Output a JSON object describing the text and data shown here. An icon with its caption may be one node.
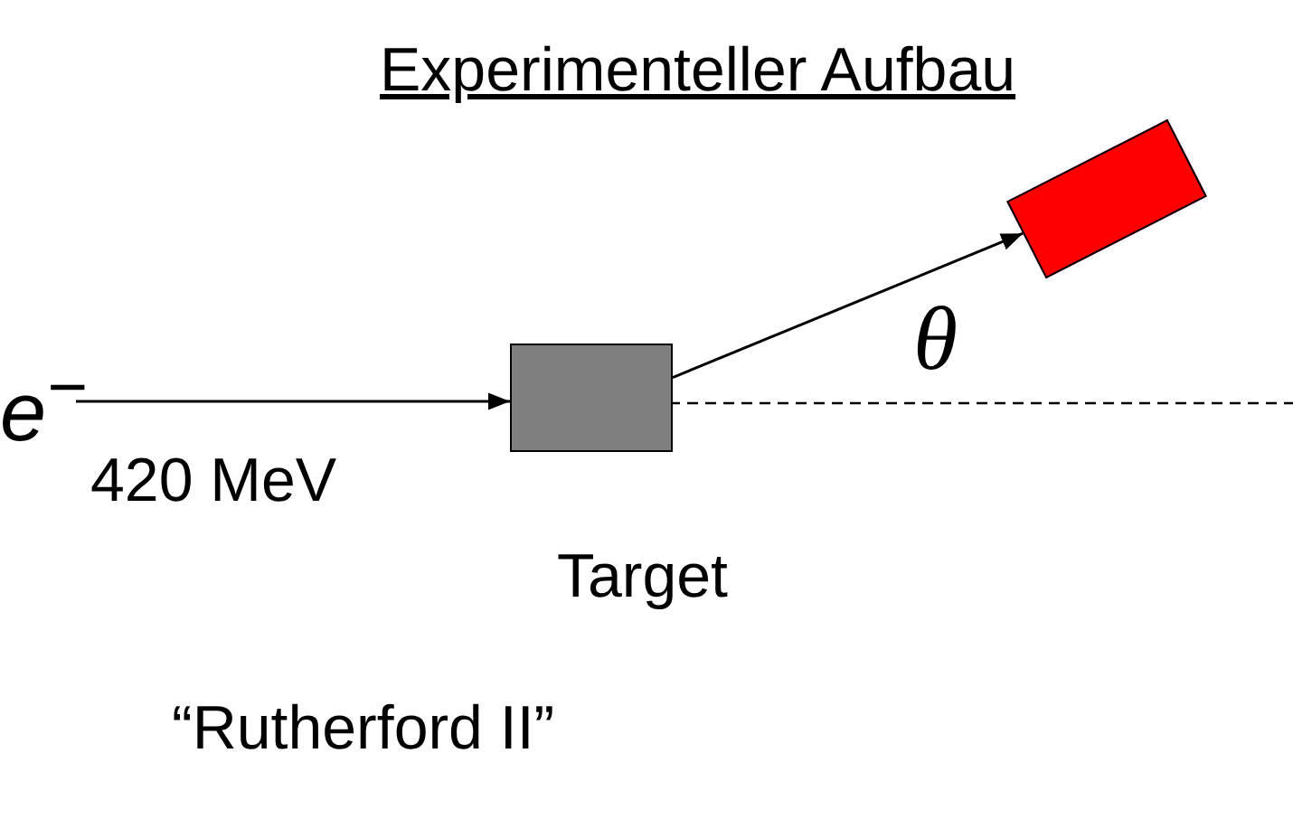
{
  "diagram": {
    "title": "Experimenteller Aufbau",
    "nodes": [
      {
        "text": [
          "e$^{−}$"
        ]
      },
      {
        "text": [],
        "shape": "box",
        "beside": [
          "Target"
        ]
      },
      {
        "text": [],
        "shape": "box"
      }
    ],
    "edges": [
      {
        "from": 0,
        "to": 1,
        "arrow": "to"
      },
      {
        "from": 1,
        "to": 2,
        "arrow": "to"
      }
    ],
    "labels": [
      "420 MeV",
      "θ",
      "“Rutherford II”"
    ]
  }
}
